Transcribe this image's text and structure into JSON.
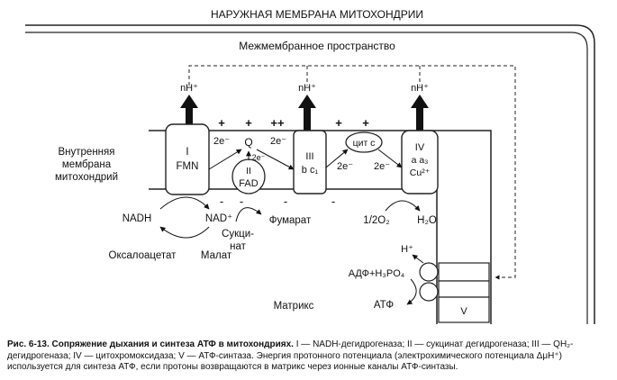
{
  "outer_membrane_title": "НАРУЖНАЯ МЕМБРАНА МИТОХОНДРИИ",
  "intermembrane_space": "Межмембранное пространство",
  "inner_membrane_label": [
    "Внутренняя",
    "мембрана",
    "митохондрий"
  ],
  "matrix_label": "Матрикс",
  "proton_label": "nH⁺",
  "charge_plus": "+",
  "charge_plusplus": "++",
  "charge_minus": "-",
  "electrons": "2e⁻",
  "complexes": {
    "c1": {
      "line1": "I",
      "line2": "FMN"
    },
    "c2": {
      "line1": "II",
      "line2": "FAD"
    },
    "c3": {
      "line1": "III",
      "line2": "b c₁"
    },
    "cytc": "цит с",
    "c4": {
      "line1": "IV",
      "line2": "a a₃",
      "line3": "Cu²⁺"
    },
    "c5": "V"
  },
  "coenzyme_q": "Q",
  "substrates": {
    "nadh": "NADH",
    "nad": "NAD⁺",
    "oxaloacetate": "Оксалоацетат",
    "malate": "Малат",
    "succinate_1": "Сукци-",
    "succinate_2": "нат",
    "fumarate": "Фумарат",
    "oxygen": "1/2O₂",
    "water": "H₂O",
    "h_plus": "H⁺",
    "adp": "АДФ+H₃PO₄",
    "atp": "АТФ"
  },
  "caption": {
    "title": "Рис. 6-13. Сопряжение дыхания и синтеза АТФ в митохондриях.",
    "text": " I — NADH-дегидрогеназа; II — сукцинат дегидрогеназа; III — QH₂-дегидрогеназа; IV — цитохромоксидаза; V — АТФ-синтаза. Энергия протонного потенциала (электрохимического потенциала ΔμH⁺) используется для синтеза АТФ, если протоны возвращаются в матрикс через ионные каналы АТФ-синтазы."
  }
}
